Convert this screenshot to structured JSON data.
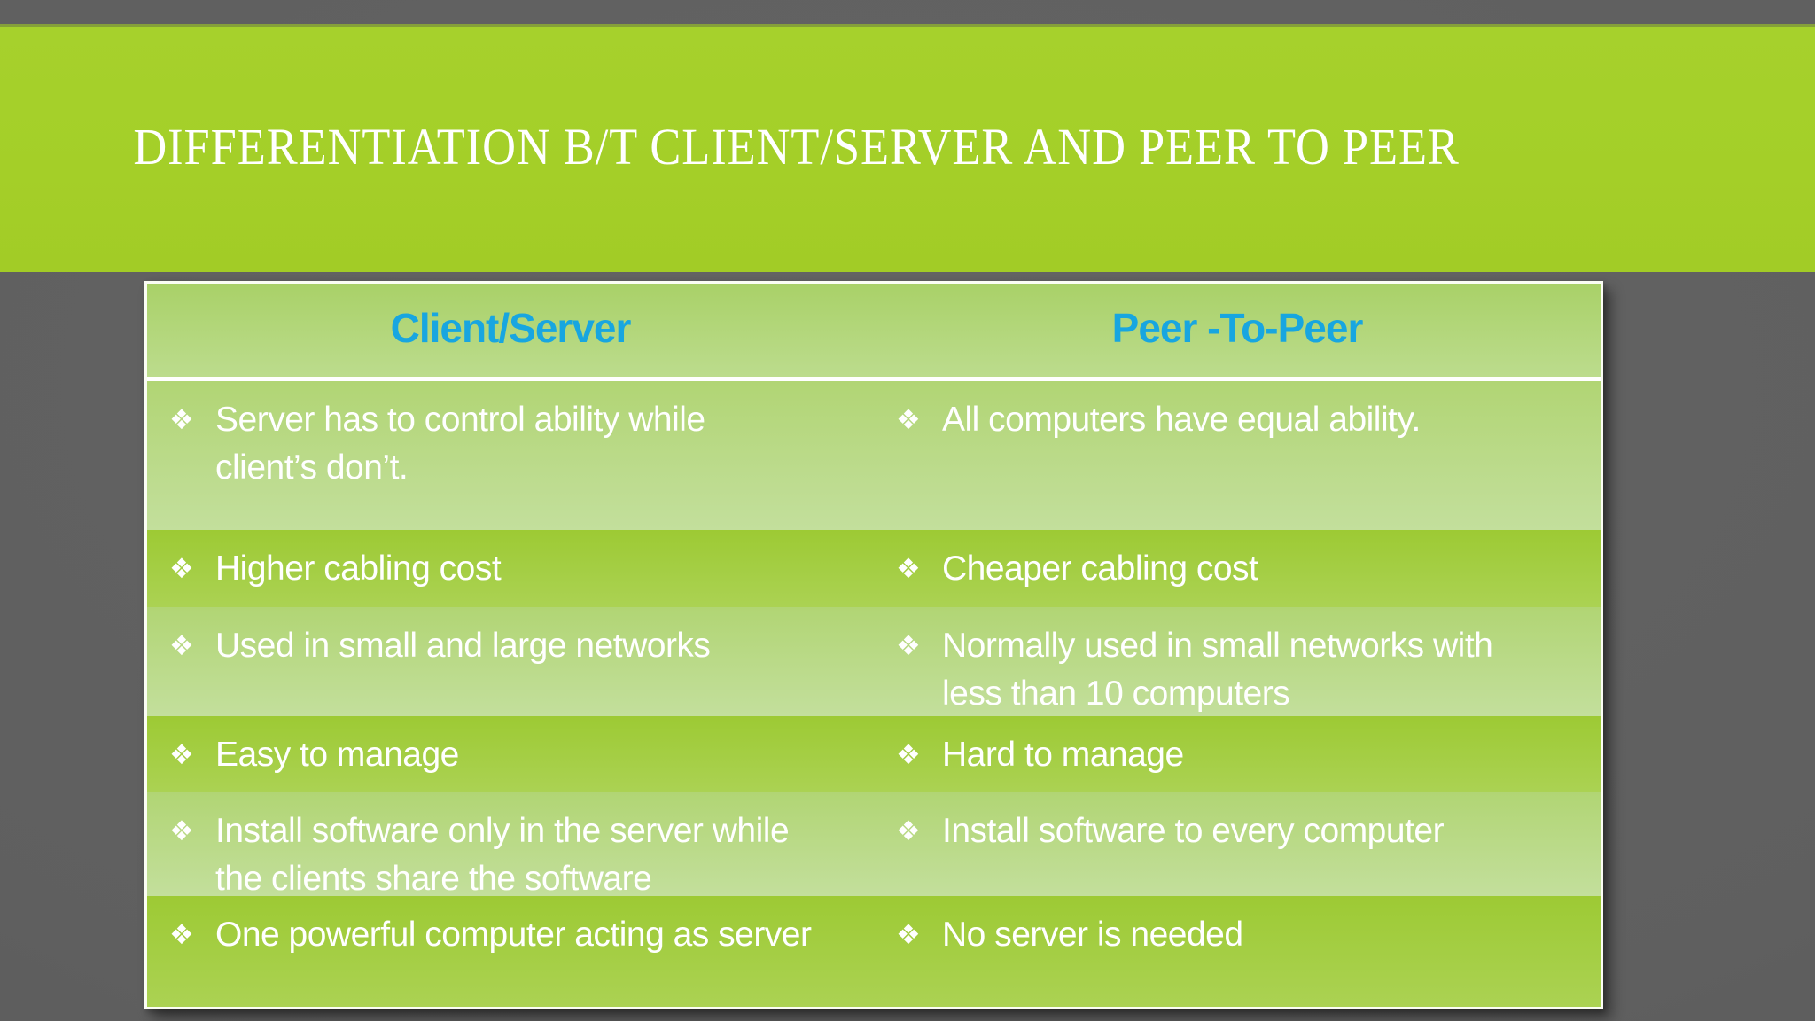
{
  "slide": {
    "title": "DIFFERENTIATION B/T CLIENT/SERVER AND PEER TO PEER"
  },
  "table": {
    "bullet_icon": "❖",
    "columns": [
      {
        "label": "Client/Server"
      },
      {
        "label": "Peer -To-Peer"
      }
    ],
    "rows": [
      {
        "left": "Server has to control ability while client’s don’t.",
        "right": "All computers have equal ability."
      },
      {
        "left": "Higher cabling cost",
        "right": "Cheaper cabling cost"
      },
      {
        "left": "Used in small and large networks",
        "right": "Normally used in small networks with less than 10 computers"
      },
      {
        "left": "Easy to manage",
        "right": "Hard to manage"
      },
      {
        "left": "Install software only in the server while the clients share the software",
        "right": "Install software to every computer"
      },
      {
        "left": "One powerful computer acting as server",
        "right": "No server is needed"
      }
    ]
  },
  "colors": {
    "bg_gray": "#5f5f5f",
    "band_green": "#a4cf28",
    "accent_cyan": "#18a6e0",
    "header_grad_top": "#a9d168",
    "header_grad_bottom": "#bcdc8d",
    "row_light_top": "#b1d574",
    "row_light_bottom": "#c3df9c",
    "row_dark_top": "#9dca34",
    "row_dark_bottom": "#abd253",
    "text_white": "#ffffff"
  }
}
